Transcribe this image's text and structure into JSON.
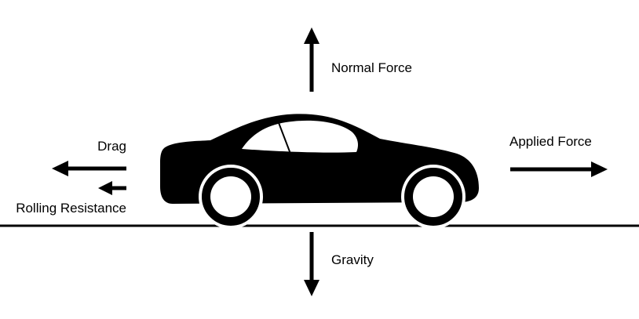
{
  "diagram": {
    "labels": {
      "normal_force": "Normal Force",
      "applied_force": "Applied Force",
      "drag": "Drag",
      "rolling_resistance": "Rolling Resistance",
      "gravity": "Gravity"
    },
    "colors": {
      "ink": "#000000",
      "background": "#ffffff"
    },
    "icons": {
      "vehicle": "car-silhouette-icon"
    }
  }
}
